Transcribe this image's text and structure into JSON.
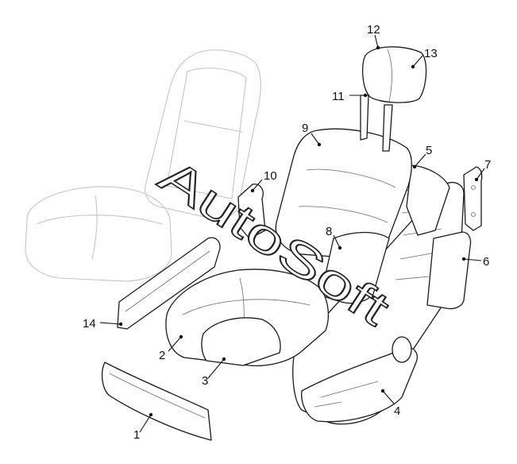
{
  "callouts": [
    "1",
    "2",
    "3",
    "4",
    "5",
    "6",
    "7",
    "8",
    "9",
    "10",
    "11",
    "12",
    "13",
    "14"
  ],
  "watermark": "AutoSoft",
  "colors": {
    "line": "#1a1a1a",
    "ghost": "#c4c4c4",
    "background": "#ffffff"
  }
}
